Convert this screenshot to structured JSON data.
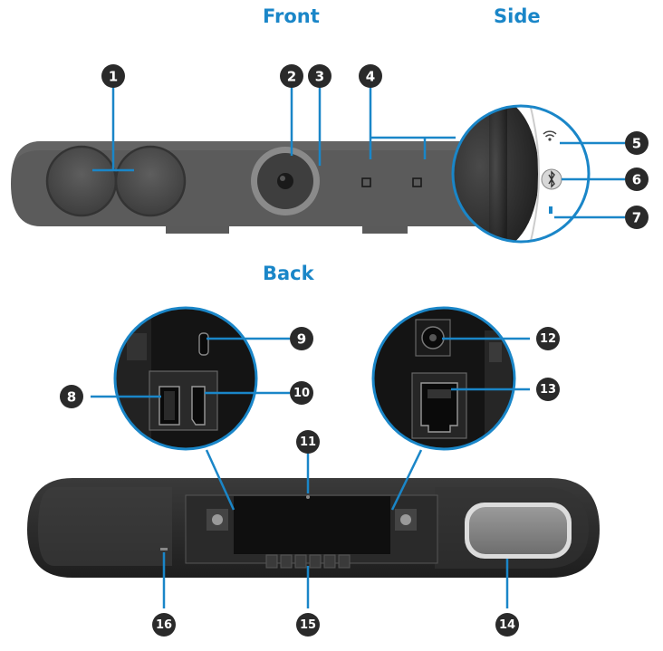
{
  "sections": {
    "front": "Front",
    "side": "Side",
    "back": "Back"
  },
  "colors": {
    "callout_line": "#1a86c8",
    "callout_badge": "#2a2a2a",
    "device_body": "#555555"
  },
  "callouts": [
    "1",
    "2",
    "3",
    "4",
    "5",
    "6",
    "7",
    "8",
    "9",
    "10",
    "11",
    "12",
    "13",
    "14",
    "15",
    "16"
  ]
}
